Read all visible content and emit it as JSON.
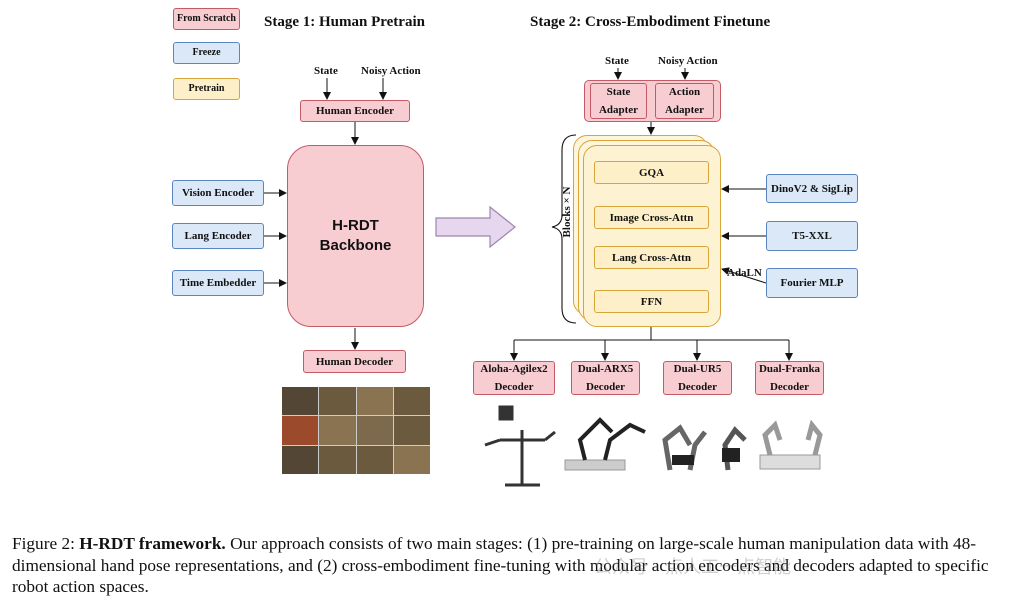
{
  "legend": {
    "from_scratch": "From Scratch",
    "freeze": "Freeze",
    "pretrain": "Pretrain"
  },
  "stage1": {
    "title": "Stage 1:  Human Pretrain",
    "state": "State",
    "noisy_action": "Noisy Action",
    "human_encoder": "Human Encoder",
    "vision_encoder": "Vision Encoder",
    "lang_encoder": "Lang Encoder",
    "time_embedder": "Time Embedder",
    "backbone_line1": "H-RDT",
    "backbone_line2": "Backbone",
    "human_decoder": "Human Decoder"
  },
  "stage2": {
    "title": "Stage 2:  Cross-Embodiment  Finetune",
    "state": "State",
    "noisy_action": "Noisy Action",
    "state_adapter_1": "State",
    "state_adapter_2": "Adapter",
    "action_adapter_1": "Action",
    "action_adapter_2": "Adapter",
    "blocks_label": "Blocks × N",
    "gqa": "GQA",
    "image_cross_attn": "Image Cross-Attn",
    "lang_cross_attn": "Lang Cross-Attn",
    "ffn": "FFN",
    "dinov2": "DinoV2 & SigLip",
    "t5": "T5-XXL",
    "adaln": "AdaLN",
    "fourier": "Fourier MLP",
    "decoders": [
      {
        "line1": "Aloha-Agilex2",
        "line2": "Decoder"
      },
      {
        "line1": "Dual-ARX5",
        "line2": "Decoder"
      },
      {
        "line1": "Dual-UR5",
        "line2": "Decoder"
      },
      {
        "line1": "Dual-Franka",
        "line2": "Decoder"
      }
    ]
  },
  "caption": {
    "prefix": "Figure 2: ",
    "bold": "H-RDT framework.",
    "text": " Our approach consists of two main stages: (1) pre-training on large-scale human manipulation data with 48-dimensional hand pose representations, and (2) cross-embodiment fine-tuning with modular action encoders and decoders adapted to specific robot action spaces."
  },
  "watermark": "公众号 · 点人工一点智能",
  "colors": {
    "from_scratch_fill": "#f8cdd2",
    "freeze_fill": "#dbe8f8",
    "pretrain_fill": "#fdf0c8",
    "arrow_fill": "#e6d6ee"
  }
}
